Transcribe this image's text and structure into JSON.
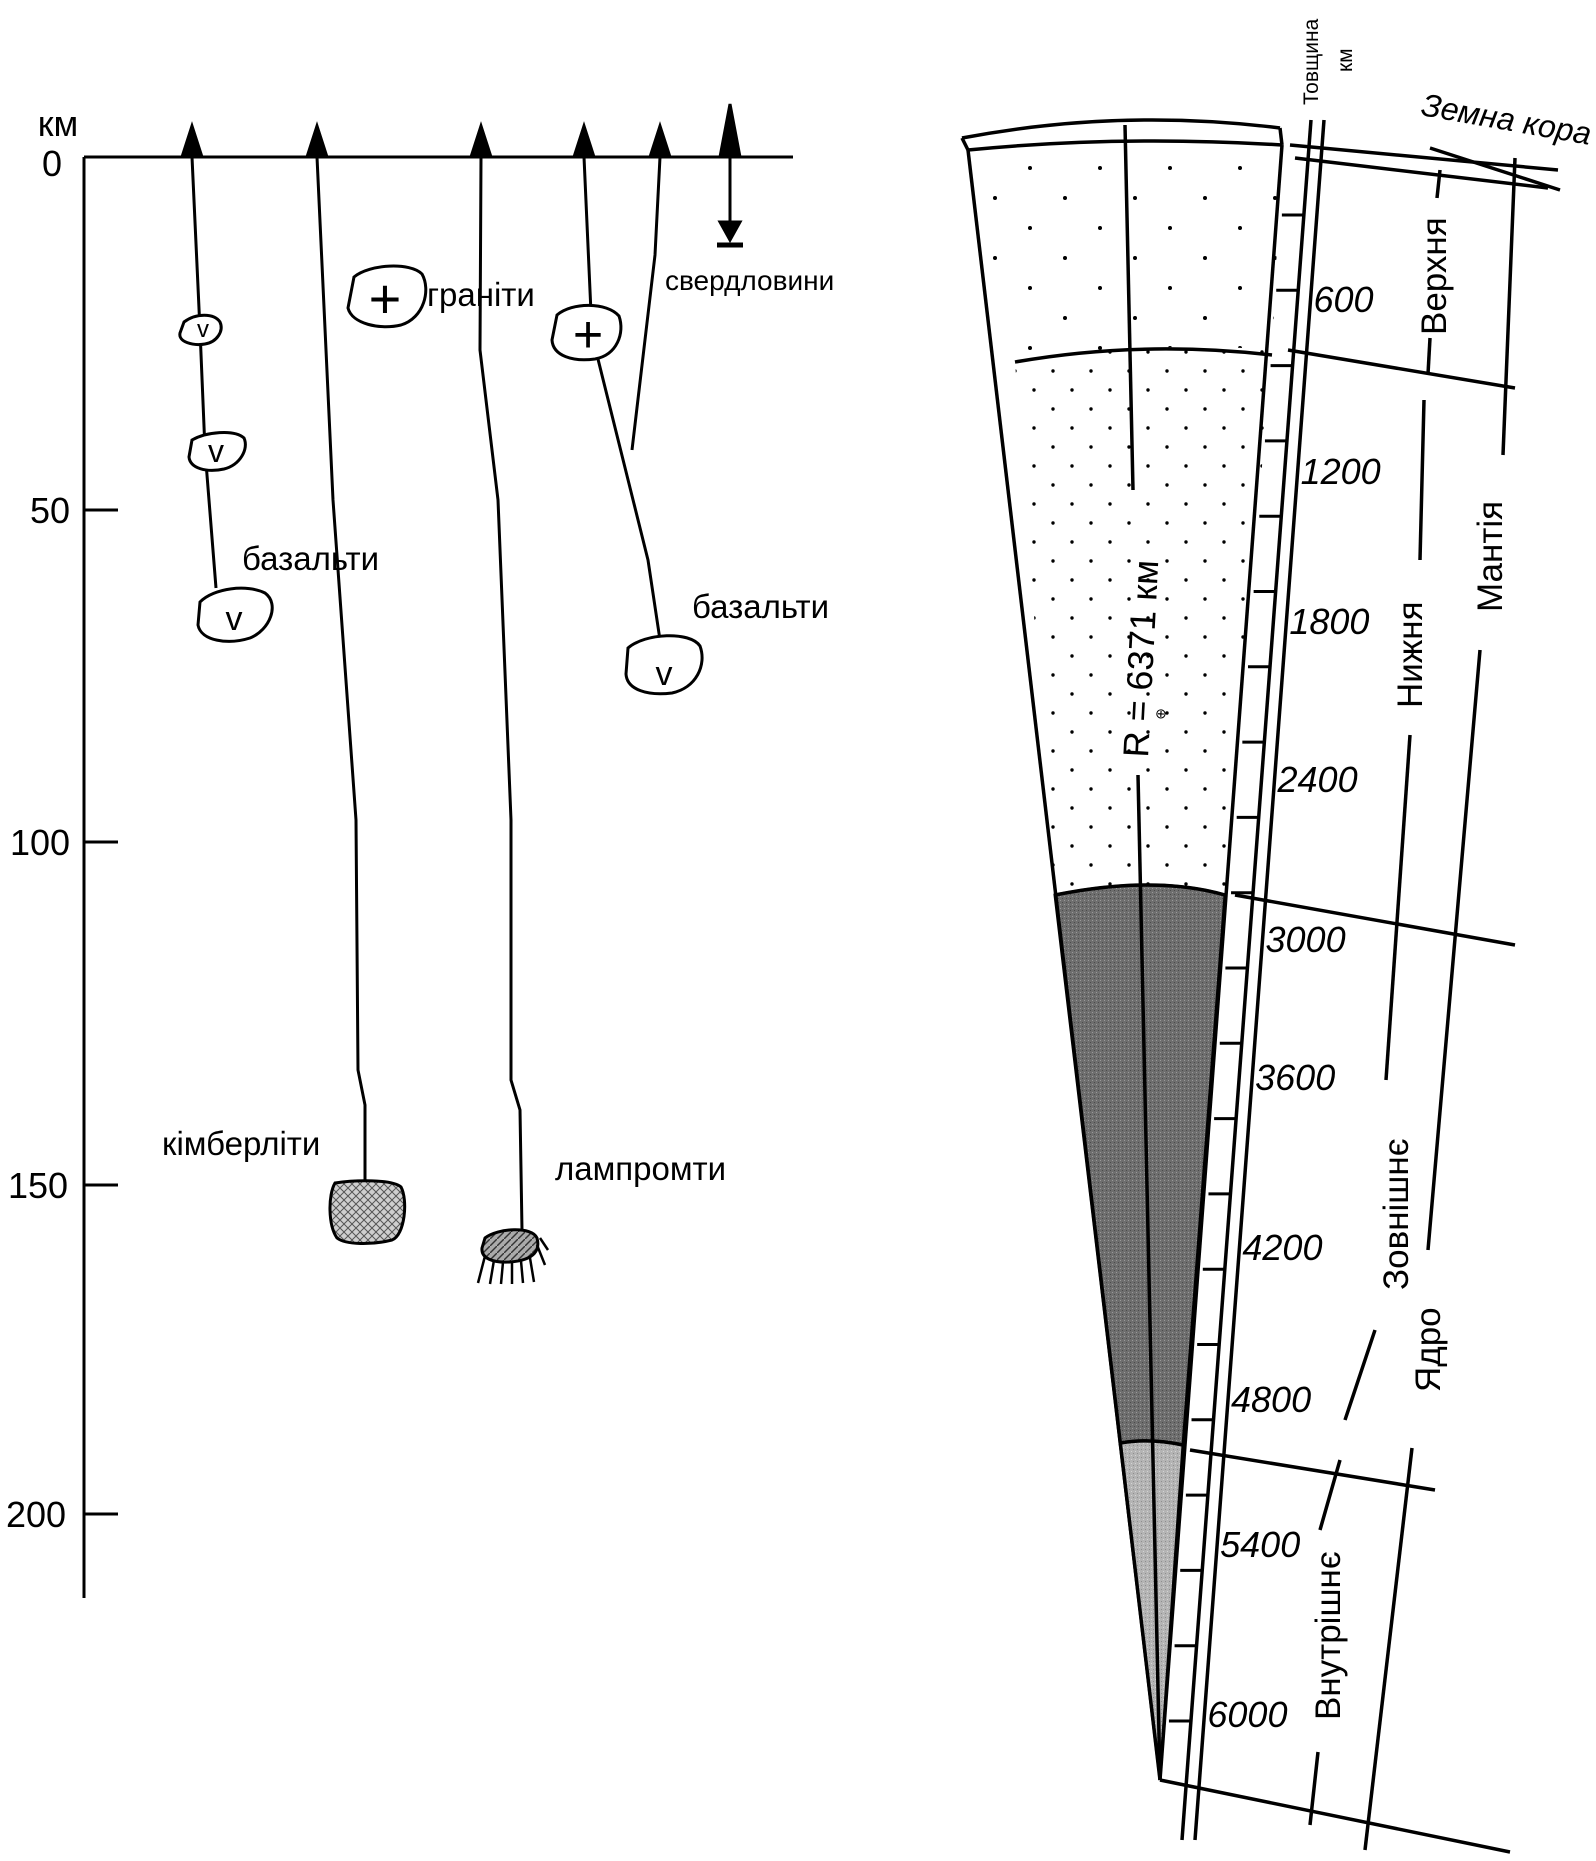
{
  "colors": {
    "ink": "#000000",
    "paper": "#ffffff",
    "outer_core": "#707070",
    "inner_core": "#b4b4b4",
    "xenolith_hatch": "#9a9a9a"
  },
  "left": {
    "unit": "км",
    "ticks": [
      "0",
      "50",
      "100",
      "150",
      "200"
    ],
    "labels": {
      "boreholes": "свердловини",
      "granites": "граніти",
      "basalts_left": "базальти",
      "basalts_right": "базальти",
      "kimberlites": "кімберліти",
      "lamproites": "лампромти"
    },
    "symbols": {
      "granite": "+",
      "basalt": "v"
    }
  },
  "right": {
    "thickness_header": "Товщина",
    "thickness_unit": "км",
    "radius_label": "R   = 6371 км",
    "radius_sub": "⊕",
    "crust": "Земна кора",
    "upper": "Верхня",
    "lower": "Нижня",
    "mantle": "Мантія",
    "outer": "Зовнішнє",
    "inner": "Внутрішнє",
    "core": "Ядро",
    "scale": [
      "600",
      "1200",
      "1800",
      "2400",
      "3000",
      "3600",
      "4200",
      "4800",
      "5400",
      "6000"
    ]
  }
}
